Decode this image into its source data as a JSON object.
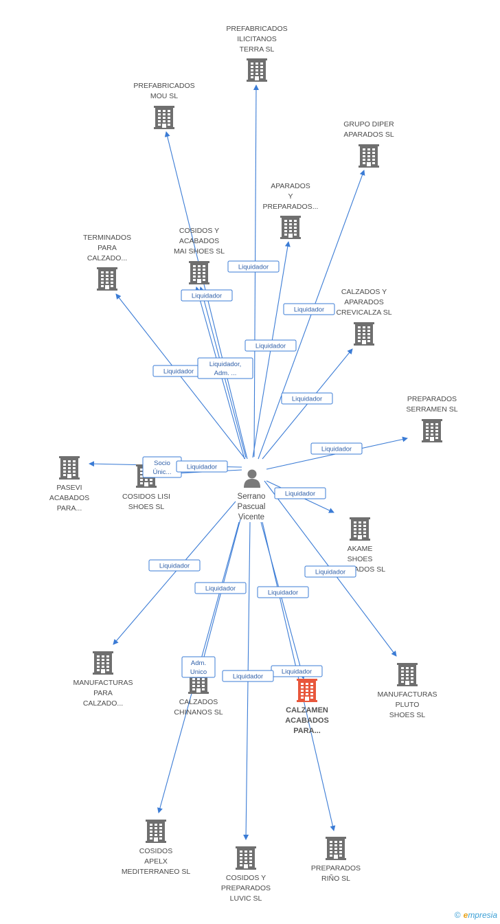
{
  "colors": {
    "edge": "#3a7bd5",
    "building": "#6f6f6f",
    "focus_building": "#e8573c",
    "person": "#7a7a7a"
  },
  "person": {
    "name_lines": [
      "Serrano",
      "Pascual",
      "Vicente"
    ]
  },
  "companies": [
    {
      "id": "prefabricados-ilicitanos",
      "lines": [
        "PREFABRICADOS",
        "ILICITANOS",
        "TERRA SL"
      ],
      "focus": false
    },
    {
      "id": "prefabricados-mou",
      "lines": [
        "PREFABRICADOS",
        "MOU SL"
      ],
      "focus": false
    },
    {
      "id": "grupo-diper",
      "lines": [
        "GRUPO DIPER",
        "APARADOS SL"
      ],
      "focus": false
    },
    {
      "id": "aparados-preparados",
      "lines": [
        "APARADOS",
        "Y",
        "PREPARADOS..."
      ],
      "focus": false
    },
    {
      "id": "terminados-calzado",
      "lines": [
        "TERMINADOS",
        "PARA",
        "CALZADO..."
      ],
      "focus": false
    },
    {
      "id": "cosidos-mai",
      "lines": [
        "COSIDOS Y",
        "ACABADOS",
        "MAI SHOES SL"
      ],
      "focus": false
    },
    {
      "id": "calzados-crevicalza",
      "lines": [
        "CALZADOS Y",
        "APARADOS",
        "CREVICALZA SL"
      ],
      "focus": false
    },
    {
      "id": "preparados-serramen",
      "lines": [
        "PREPARADOS",
        "SERRAMEN SL"
      ],
      "focus": false
    },
    {
      "id": "pasevi",
      "lines": [
        "PASEVI",
        "ACABADOS",
        "PARA..."
      ],
      "focus": false
    },
    {
      "id": "cosidos-lisi",
      "lines": [
        "COSIDOS LISI",
        "SHOES SL"
      ],
      "focus": false
    },
    {
      "id": "akame",
      "lines": [
        "AKAME",
        "SHOES",
        "ACABADOS SL"
      ],
      "focus": false
    },
    {
      "id": "manufacturas-calzado",
      "lines": [
        "MANUFACTURAS",
        "PARA",
        "CALZADO..."
      ],
      "focus": false
    },
    {
      "id": "calzados-chinanos",
      "lines": [
        "CALZADOS",
        "CHINANOS SL"
      ],
      "focus": false
    },
    {
      "id": "calzamen",
      "lines": [
        "CALZAMEN",
        "ACABADOS",
        "PARA..."
      ],
      "focus": true
    },
    {
      "id": "manufacturas-pluto",
      "lines": [
        "MANUFACTURAS",
        "PLUTO",
        "SHOES SL"
      ],
      "focus": false
    },
    {
      "id": "cosidos-apelx",
      "lines": [
        "COSIDOS",
        "APELX",
        "MEDITERRANEO SL"
      ],
      "focus": false
    },
    {
      "id": "cosidos-luvic",
      "lines": [
        "COSIDOS Y",
        "PREPARADOS",
        "LUVIC SL"
      ],
      "focus": false
    },
    {
      "id": "preparados-rino",
      "lines": [
        "PREPARADOS",
        "RIÑO SL"
      ],
      "focus": false
    }
  ],
  "relations": [
    {
      "to": "prefabricados-ilicitanos",
      "label": [
        "Liquidador"
      ]
    },
    {
      "to": "prefabricados-mou",
      "label": [
        "Liquidador"
      ]
    },
    {
      "to": "grupo-diper",
      "label": [
        "Liquidador"
      ]
    },
    {
      "to": "aparados-preparados",
      "label": [
        "Liquidador"
      ]
    },
    {
      "to": "terminados-calzado",
      "label": [
        "Liquidador"
      ]
    },
    {
      "to": "cosidos-mai",
      "label": [
        "Liquidador,",
        "Adm. ..."
      ]
    },
    {
      "to": "calzados-crevicalza",
      "label": [
        "Liquidador"
      ]
    },
    {
      "to": "preparados-serramen",
      "label": [
        "Liquidador"
      ]
    },
    {
      "to": "pasevi",
      "label": [
        "Socio",
        "Únic..."
      ]
    },
    {
      "to": "cosidos-lisi",
      "label": [
        "Liquidador"
      ]
    },
    {
      "to": "akame",
      "label": [
        "Liquidador"
      ]
    },
    {
      "to": "manufacturas-calzado",
      "label": [
        "Liquidador"
      ]
    },
    {
      "to": "calzados-chinanos",
      "label": [
        "Adm.",
        "Unico"
      ]
    },
    {
      "to": "calzamen",
      "label": [
        "Liquidador"
      ]
    },
    {
      "to": "manufacturas-pluto",
      "label": [
        "Liquidador"
      ]
    },
    {
      "to": "cosidos-apelx",
      "label": [
        "Liquidador"
      ]
    },
    {
      "to": "cosidos-luvic",
      "label": [
        "Liquidador"
      ]
    },
    {
      "to": "preparados-rino",
      "label": [
        "Liquidador"
      ]
    },
    {
      "to": "cosidos-mai",
      "label": [
        "Liquidador"
      ]
    }
  ],
  "footer": {
    "copyright": "©",
    "brand_initial": "e",
    "brand_rest": "mpresia"
  }
}
